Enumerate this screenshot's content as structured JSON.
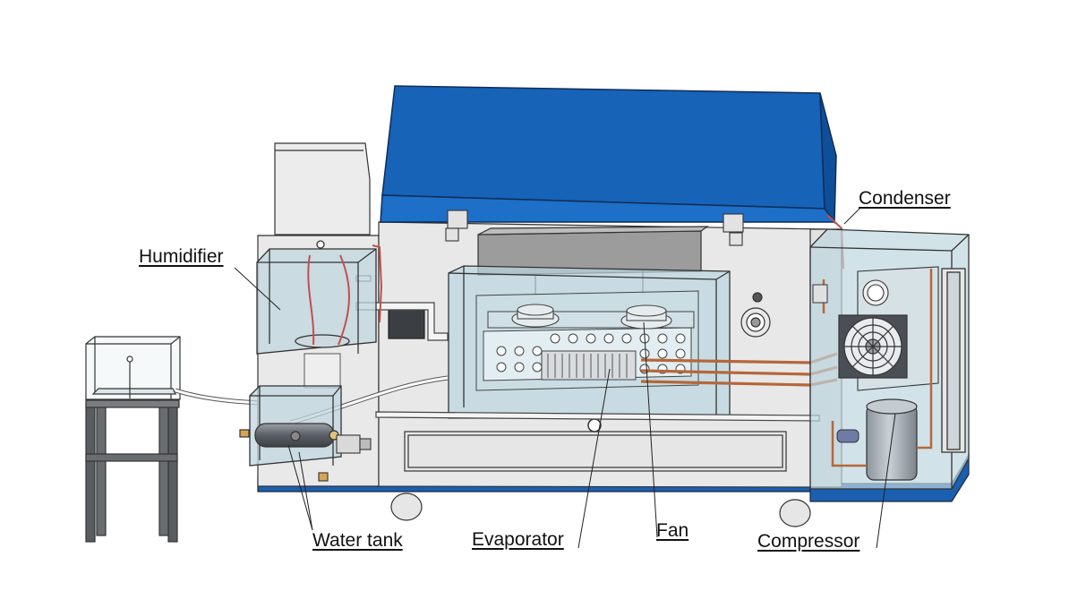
{
  "labels": {
    "humidifier": "Humidifier",
    "water_tank": "Water tank",
    "evaporator": "Evaporator",
    "fan": "Fan",
    "compressor": "Compressor",
    "condenser": "Condenser"
  },
  "colors": {
    "lid_blue": "#1663b8",
    "base_blue": "#1b5fb0",
    "glass": "#b9d3de",
    "panel_gray": "#e5e5e5",
    "pipe_copper": "#b5673a",
    "tube_red": "#c0504d",
    "line": "#222222"
  }
}
